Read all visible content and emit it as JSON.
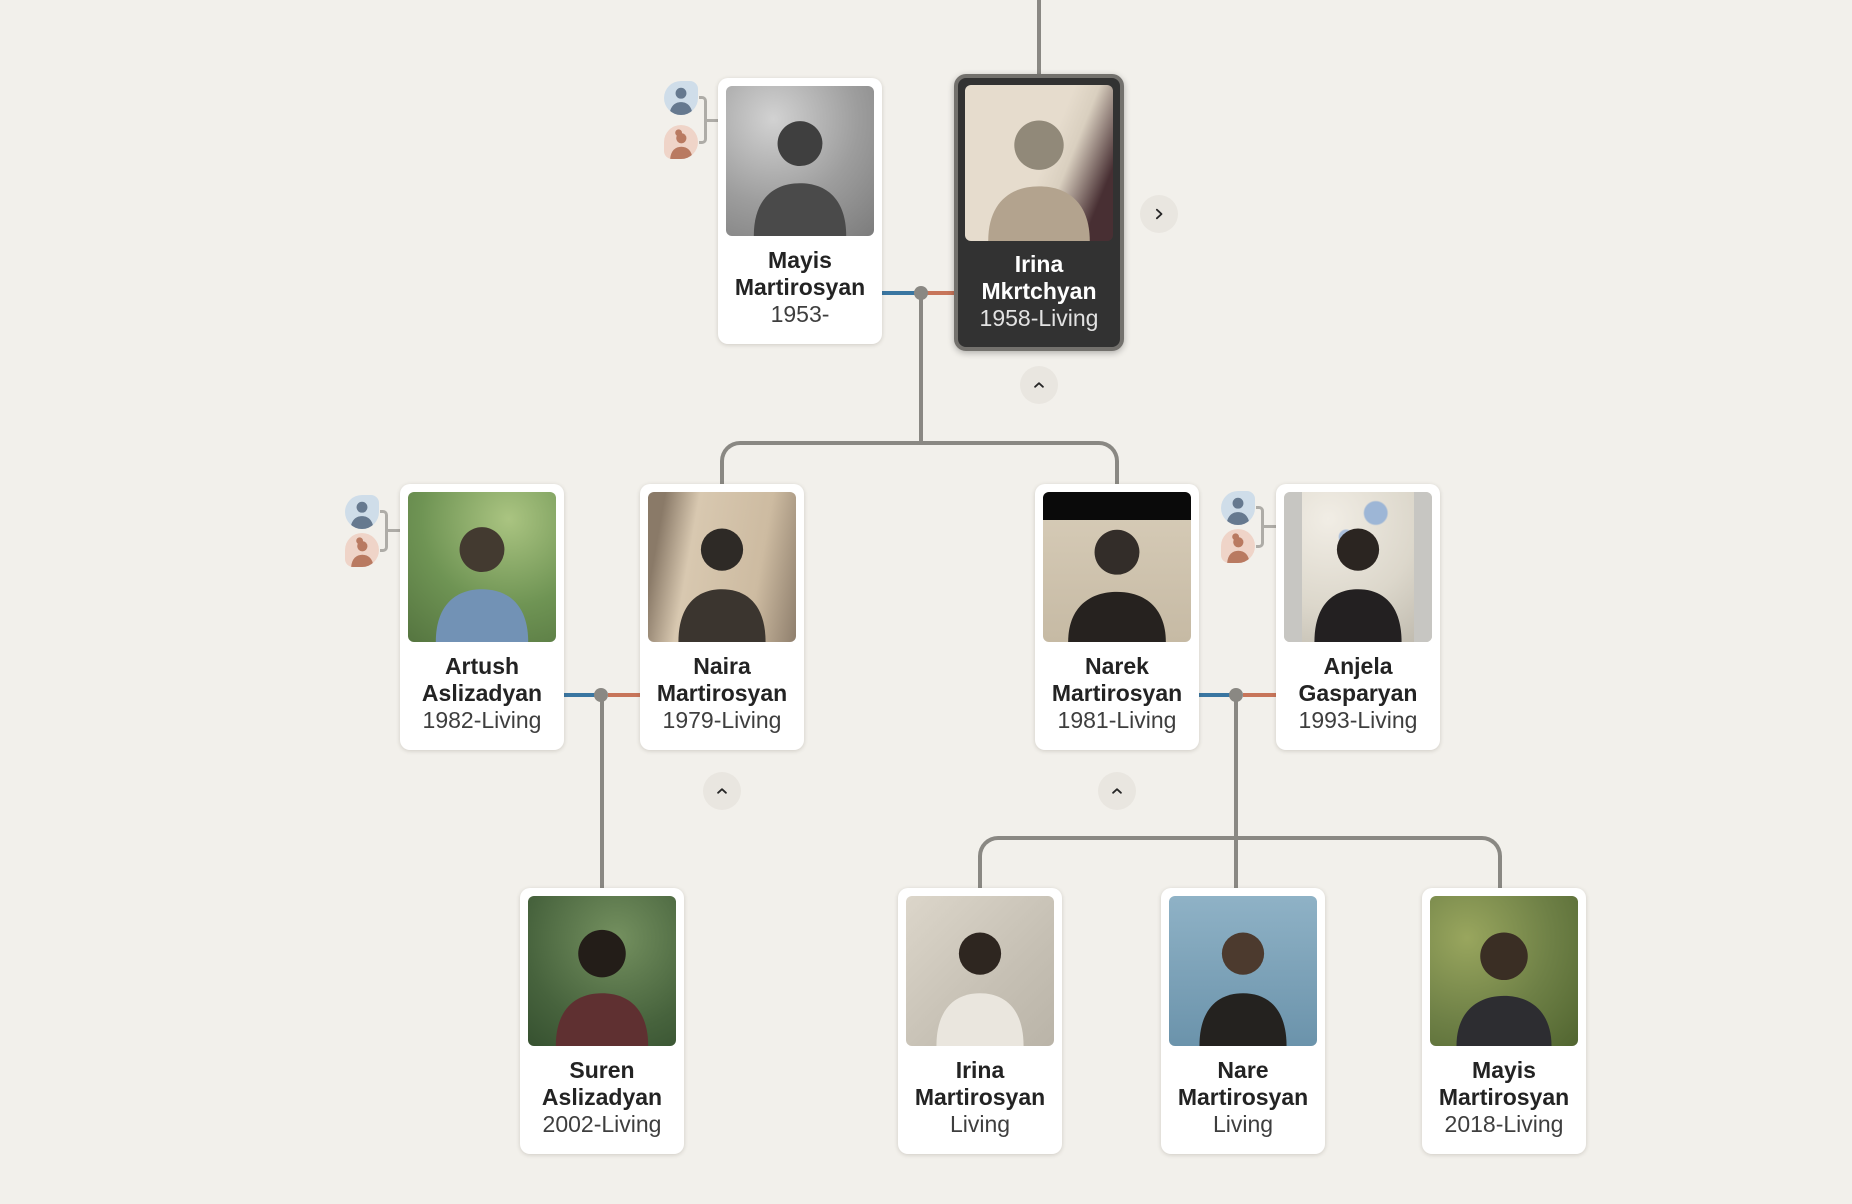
{
  "colors": {
    "background": "#f2f0eb",
    "card_background": "#ffffff",
    "selected_card_background": "#323232",
    "selected_card_border": "#73716d",
    "tree_line": "#8a8883",
    "paternal_union_line": "#3a76a1",
    "maternal_union_line": "#c7755a",
    "union_dot": "#8a8883",
    "round_button_background": "#e9e6e0",
    "male_placeholder_background": "#cfdde9",
    "male_placeholder_figure": "#66798f",
    "female_placeholder_background": "#efd4c8",
    "female_placeholder_figure": "#b97a61"
  },
  "people": {
    "mayis_sr": {
      "name": "Mayis Martirosyan",
      "dates": "1953-"
    },
    "irina_sr": {
      "name": "Irina Mkrtchyan",
      "dates": "1958-Living",
      "selected": true
    },
    "artush": {
      "name": "Artush Aslizadyan",
      "dates": "1982-Living"
    },
    "naira": {
      "name": "Naira Martirosyan",
      "dates": "1979-Living"
    },
    "narek": {
      "name": "Narek Martirosyan",
      "dates": "1981-Living"
    },
    "anjela": {
      "name": "Anjela Gasparyan",
      "dates": "1993-Living"
    },
    "suren": {
      "name": "Suren Aslizadyan",
      "dates": "2002-Living"
    },
    "irina_jr": {
      "name": "Irina Martirosyan",
      "dates": "Living"
    },
    "nare": {
      "name": "Nare Martirosyan",
      "dates": "Living"
    },
    "mayis_jr": {
      "name": "Mayis Martirosyan",
      "dates": "2018-Living"
    }
  },
  "icons": {
    "expand_right": "chevron-right-icon",
    "collapse_up": "chevron-up-icon",
    "add_father": "male-avatar-icon",
    "add_mother": "female-avatar-icon"
  }
}
